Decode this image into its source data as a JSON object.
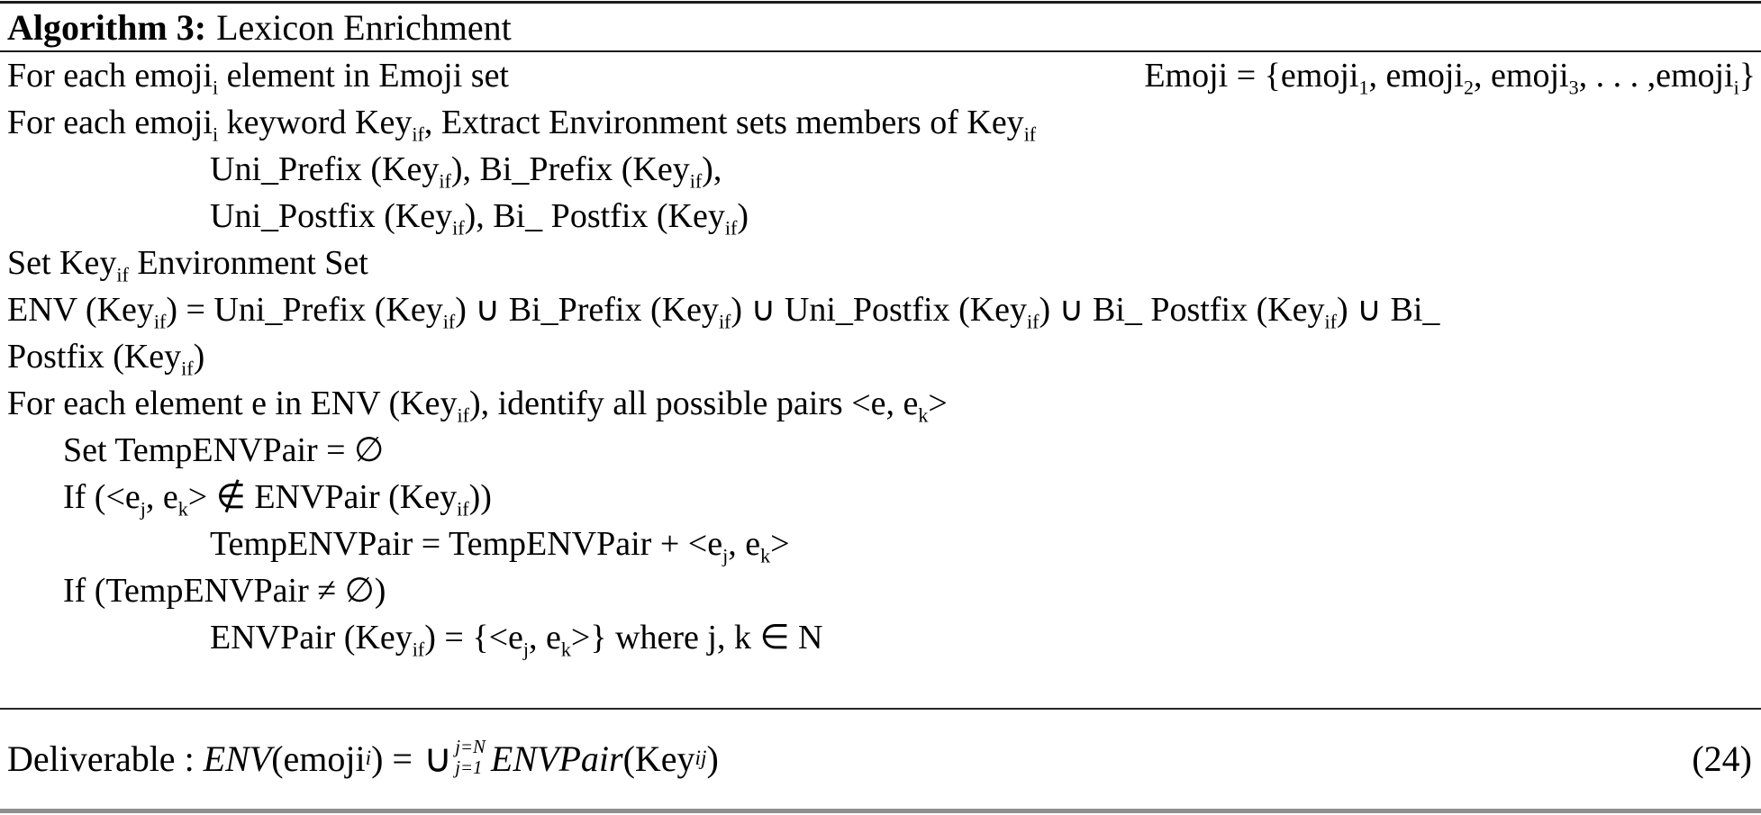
{
  "page": {
    "background": "#ffffff",
    "text_color": "#000000"
  },
  "rules": {
    "top_color": "#1b1b1b",
    "header_color": "#1b1b1b",
    "pre_deliverable_color": "#262626",
    "bottom_color": "#8f8f8f"
  },
  "header": {
    "label": "Algorithm 3:",
    "title": "Lexicon Enrichment"
  },
  "lines": [
    {
      "indent": 0,
      "parts": [
        {
          "t": "For each emoji"
        },
        {
          "sub": "i"
        },
        {
          "t": " element in Emoji set"
        }
      ],
      "right": [
        {
          "t": "Emoji = {emoji"
        },
        {
          "sub": "1"
        },
        {
          "t": ", emoji"
        },
        {
          "sub": "2"
        },
        {
          "t": ", emoji"
        },
        {
          "sub": "3"
        },
        {
          "t": ", . . . ,emoji"
        },
        {
          "sub": "i"
        },
        {
          "t": "}"
        }
      ]
    },
    {
      "indent": 0,
      "parts": [
        {
          "t": "For each emoji"
        },
        {
          "sub": "i"
        },
        {
          "t": " keyword Key"
        },
        {
          "sub": "if"
        },
        {
          "t": ", Extract Environment sets members of Key"
        },
        {
          "sub": "if"
        }
      ]
    },
    {
      "indent": 2,
      "parts": [
        {
          "t": "Uni_Prefix (Key"
        },
        {
          "sub": "if"
        },
        {
          "t": "), Bi_Prefix (Key"
        },
        {
          "sub": "if"
        },
        {
          "t": "),"
        }
      ]
    },
    {
      "indent": 2,
      "parts": [
        {
          "t": "Uni_Postfix (Key"
        },
        {
          "sub": "if"
        },
        {
          "t": "), Bi_ Postfix (Key"
        },
        {
          "sub": "if"
        },
        {
          "t": ")"
        }
      ]
    },
    {
      "indent": 0,
      "parts": [
        {
          "t": "Set Key"
        },
        {
          "sub": "if"
        },
        {
          "t": " Environment Set"
        }
      ]
    },
    {
      "indent": 0,
      "parts": [
        {
          "t": "ENV (Key"
        },
        {
          "sub": "if"
        },
        {
          "t": ") = Uni_Prefix (Key"
        },
        {
          "sub": "if"
        },
        {
          "t": ") ∪ Bi_Prefix (Key"
        },
        {
          "sub": "if"
        },
        {
          "t": ") ∪ Uni_Postfix (Key"
        },
        {
          "sub": "if"
        },
        {
          "t": ") ∪ Bi_ Postfix (Key"
        },
        {
          "sub": "if"
        },
        {
          "t": ") ∪ Bi_"
        }
      ]
    },
    {
      "indent": 0,
      "parts": [
        {
          "t": "Postfix (Key"
        },
        {
          "sub": "if"
        },
        {
          "t": ")"
        }
      ]
    },
    {
      "indent": 0,
      "parts": [
        {
          "t": "For each element e in ENV (Key"
        },
        {
          "sub": "if"
        },
        {
          "t": "), identify all possible pairs <e, e"
        },
        {
          "sub": "k"
        },
        {
          "t": ">"
        }
      ]
    },
    {
      "indent": 1,
      "parts": [
        {
          "t": "Set TempENVPair = ∅"
        }
      ]
    },
    {
      "indent": 1,
      "parts": [
        {
          "t": "If (<e"
        },
        {
          "sub": "j"
        },
        {
          "t": ", e"
        },
        {
          "sub": "k"
        },
        {
          "t": "> ∉ ENVPair (Key"
        },
        {
          "sub": "if"
        },
        {
          "t": "))"
        }
      ]
    },
    {
      "indent": 2,
      "parts": [
        {
          "t": "TempENVPair = TempENVPair + <e"
        },
        {
          "sub": "j"
        },
        {
          "t": ", e"
        },
        {
          "sub": "k"
        },
        {
          "t": ">"
        }
      ]
    },
    {
      "indent": 1,
      "parts": [
        {
          "t": "If (TempENVPair ≠ ∅)"
        }
      ]
    },
    {
      "indent": 2,
      "parts": [
        {
          "t": "ENVPair (Key"
        },
        {
          "sub": "if"
        },
        {
          "t": ") = {<e"
        },
        {
          "sub": "j"
        },
        {
          "t": ", e"
        },
        {
          "sub": "k"
        },
        {
          "t": ">} where j, k ∈ N"
        }
      ]
    }
  ],
  "deliverable": {
    "parts": [
      {
        "t": "Deliverable : "
      },
      {
        "t": "ENV",
        "i": true
      },
      {
        "t": "(emoji"
      },
      {
        "sub": "i",
        "i": true
      },
      {
        "t": ") = "
      },
      {
        "union": {
          "top": "j=N",
          "bottom": "j=1"
        }
      },
      {
        "t": "ENVPair",
        "i": true
      },
      {
        "t": "(Key"
      },
      {
        "sub": "ij",
        "i": true
      },
      {
        "t": ")"
      }
    ],
    "eq_number": "(24)"
  }
}
